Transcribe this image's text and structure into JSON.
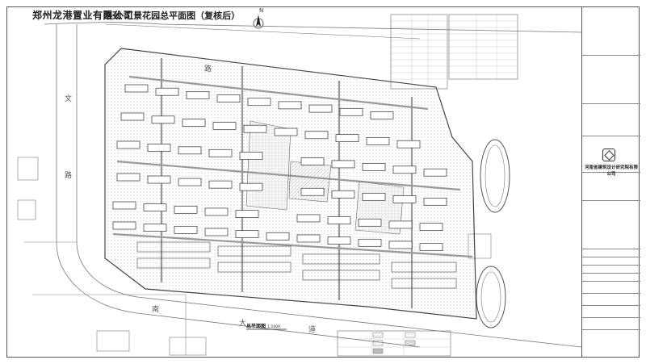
{
  "title": {
    "company": "郑州龙港置业有限公司",
    "plan": "路劲·汇景花园总平面图（复核后）"
  },
  "north": {
    "label": "N"
  },
  "roads": {
    "north": "路",
    "west_1": "文",
    "west_2": "路",
    "south_1": "南",
    "south_2": "大",
    "south_3": "道"
  },
  "caption": {
    "main": "总平面图",
    "scale": "1:1000"
  },
  "titleblock": {
    "institute": "河南省建筑设计研究院有限公司"
  },
  "colors": {
    "line": "#555555",
    "hatch": "#888888",
    "paper": "#ffffff"
  }
}
